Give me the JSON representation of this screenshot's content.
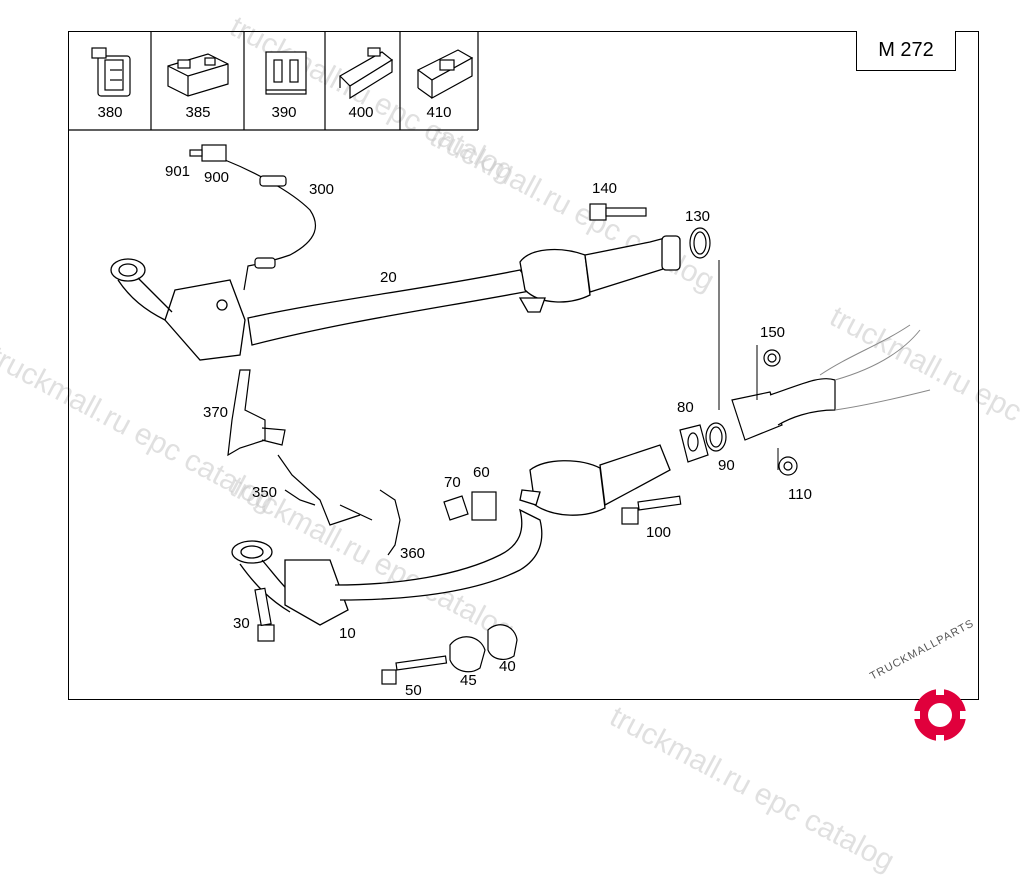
{
  "model": "M 272",
  "thumbnails": [
    {
      "id": "380",
      "label": "380"
    },
    {
      "id": "385",
      "label": "385"
    },
    {
      "id": "390",
      "label": "390"
    },
    {
      "id": "400",
      "label": "400"
    },
    {
      "id": "410",
      "label": "410"
    }
  ],
  "callouts": {
    "c10": "10",
    "c20": "20",
    "c30": "30",
    "c40": "40",
    "c45": "45",
    "c50": "50",
    "c60": "60",
    "c70": "70",
    "c80": "80",
    "c90": "90",
    "c100": "100",
    "c110": "110",
    "c130": "130",
    "c140": "140",
    "c150": "150",
    "c300": "300",
    "c350": "350",
    "c360": "360",
    "c370": "370",
    "c900": "900",
    "c901": "901"
  },
  "watermark": "truckmall.ru epc catalog",
  "logo": {
    "text": "TRUCKMALLPARTS",
    "accent": "#e0003c"
  }
}
